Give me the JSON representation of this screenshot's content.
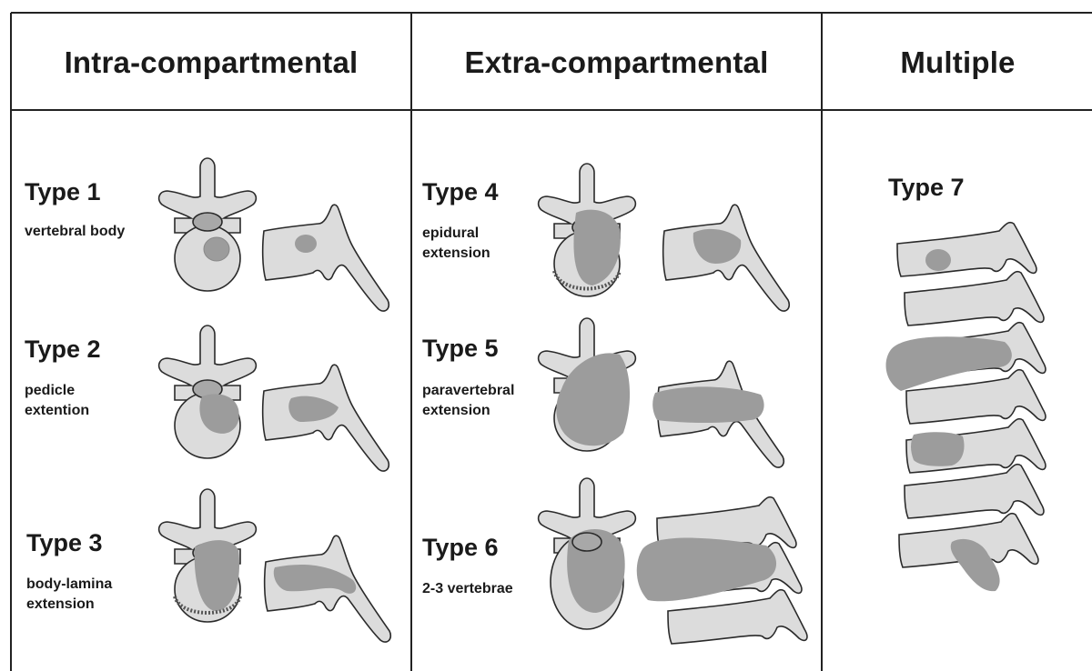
{
  "columns": [
    {
      "header": "Intra-compartmental"
    },
    {
      "header": "Extra-compartmental"
    },
    {
      "header": "Multiple"
    }
  ],
  "types": [
    {
      "title": "Type 1",
      "desc": [
        "vertebral body"
      ]
    },
    {
      "title": "Type 2",
      "desc": [
        "pedicle",
        "extention"
      ]
    },
    {
      "title": "Type 3",
      "desc": [
        "body-lamina",
        "extension"
      ]
    },
    {
      "title": "Type 4",
      "desc": [
        "epidural",
        "extension"
      ]
    },
    {
      "title": "Type 5",
      "desc": [
        "paravertebral",
        "extension"
      ]
    },
    {
      "title": "Type 6",
      "desc": [
        "2-3 vertebrae"
      ]
    },
    {
      "title": "Type 7",
      "desc": []
    }
  ],
  "colors": {
    "bone": "#dcdcdc",
    "tumor": "#9c9c9c",
    "outline": "#2a2a2a",
    "lines": "#222222"
  }
}
